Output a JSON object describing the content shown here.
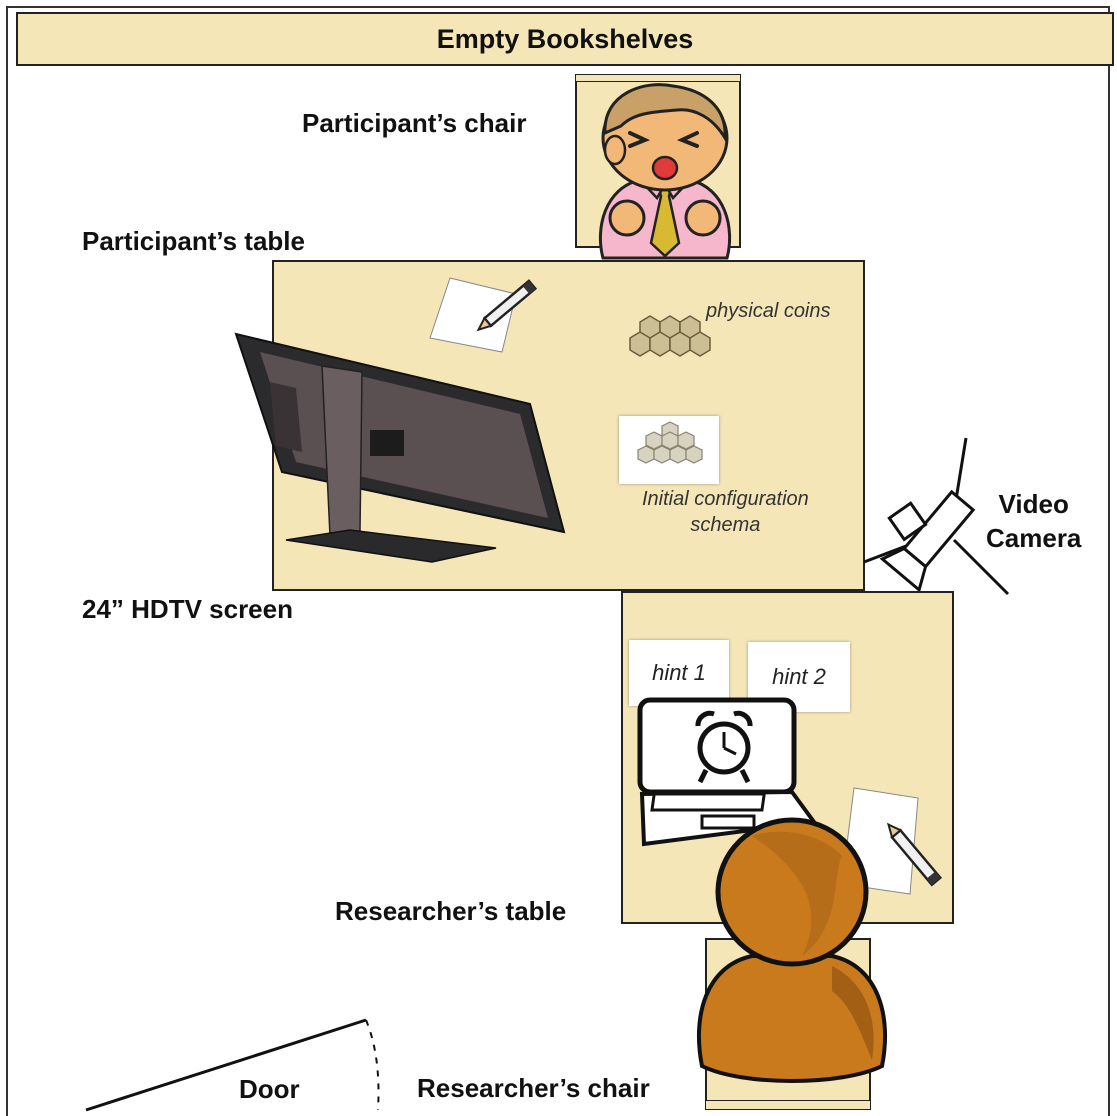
{
  "labels": {
    "bookshelves": "Empty Bookshelves",
    "participant_chair": "Participant’s chair",
    "participant_table": "Participant’s table",
    "physical_coins": "physical coins",
    "initial_config_line1": "Initial configuration",
    "initial_config_line2": "schema",
    "video_line1": "Video",
    "video_line2": "Camera",
    "hdtv_screen": "24” HDTV screen",
    "hint1": "hint 1",
    "hint2": "hint 2",
    "researcher_table": "Researcher’s table",
    "door": "Door",
    "researcher_chair": "Researcher’s chair"
  },
  "icons": {
    "participant": "participant-avatar-icon",
    "monitor": "hdtv-monitor-icon",
    "coins": "coins-icon",
    "camera": "video-camera-icon",
    "laptop": "laptop-icon",
    "clock": "alarm-clock-icon",
    "researcher": "researcher-avatar-icon",
    "pencil": "pencil-icon"
  },
  "colors": {
    "furniture": "#f5e6b8",
    "outline": "#222222",
    "researcher": "#c87a1c",
    "participant_skin": "#f2b878",
    "participant_shirt": "#f6b7cc",
    "tie": "#d9b832"
  }
}
